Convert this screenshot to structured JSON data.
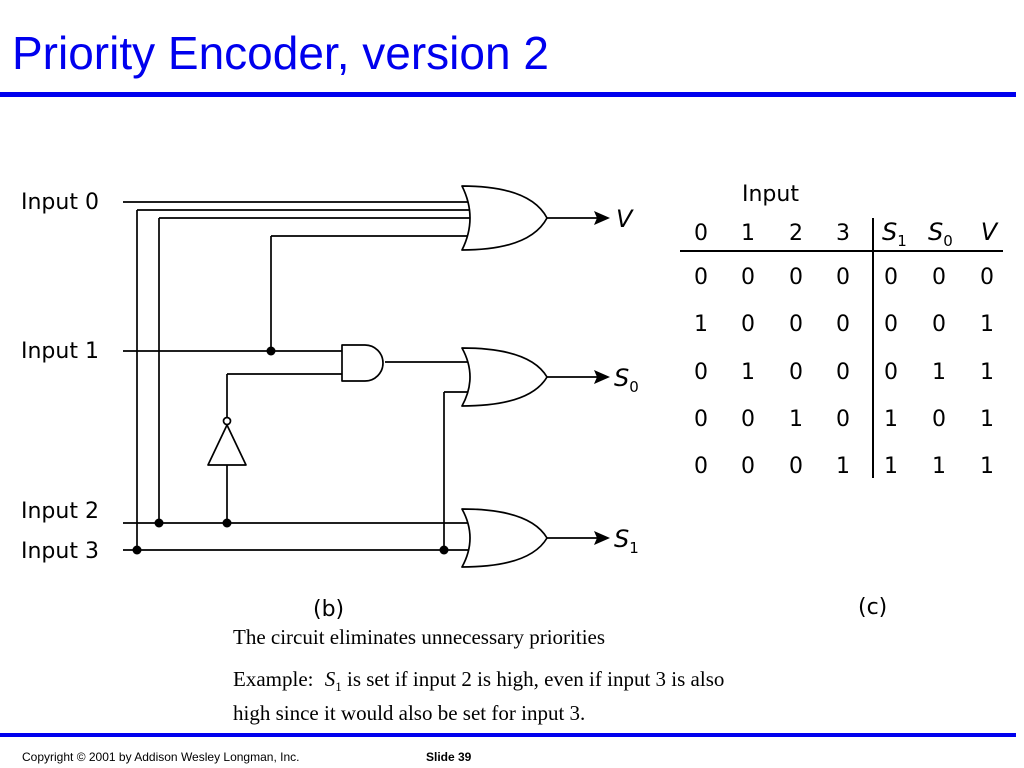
{
  "slide": {
    "title": "Priority Encoder, version 2",
    "accent_color": "#0000ee"
  },
  "circuit": {
    "inputs": [
      "Input 0",
      "Input 1",
      "Input 2",
      "Input 3"
    ],
    "outputs": {
      "v": "V",
      "s0_var": "S",
      "s0_sub": "0",
      "s1_var": "S",
      "s1_sub": "1"
    },
    "panel_label": "(b)"
  },
  "truth_table": {
    "group_header": "Input",
    "input_headers": [
      "0",
      "1",
      "2",
      "3"
    ],
    "output_headers": [
      {
        "var": "S",
        "sub": "1"
      },
      {
        "var": "S",
        "sub": "0"
      },
      {
        "var": "V",
        "sub": ""
      }
    ],
    "rows": [
      [
        "0",
        "0",
        "0",
        "0",
        "0",
        "0",
        "0"
      ],
      [
        "1",
        "0",
        "0",
        "0",
        "0",
        "0",
        "1"
      ],
      [
        "0",
        "1",
        "0",
        "0",
        "0",
        "1",
        "1"
      ],
      [
        "0",
        "0",
        "1",
        "0",
        "1",
        "0",
        "1"
      ],
      [
        "0",
        "0",
        "0",
        "1",
        "1",
        "1",
        "1"
      ]
    ],
    "panel_label": "(c)"
  },
  "caption": {
    "line1": "The circuit eliminates unnecessary priorities",
    "line2_prefix": "Example:",
    "line2_var": "S",
    "line2_sub": "1",
    "line2_rest": " is set if input 2 is high, even if input 3 is also",
    "line3": "high since it would also be set for input 3."
  },
  "footer": {
    "copyright": "Copyright © 2001 by Addison Wesley Longman, Inc.",
    "slide_number": "Slide 39"
  }
}
